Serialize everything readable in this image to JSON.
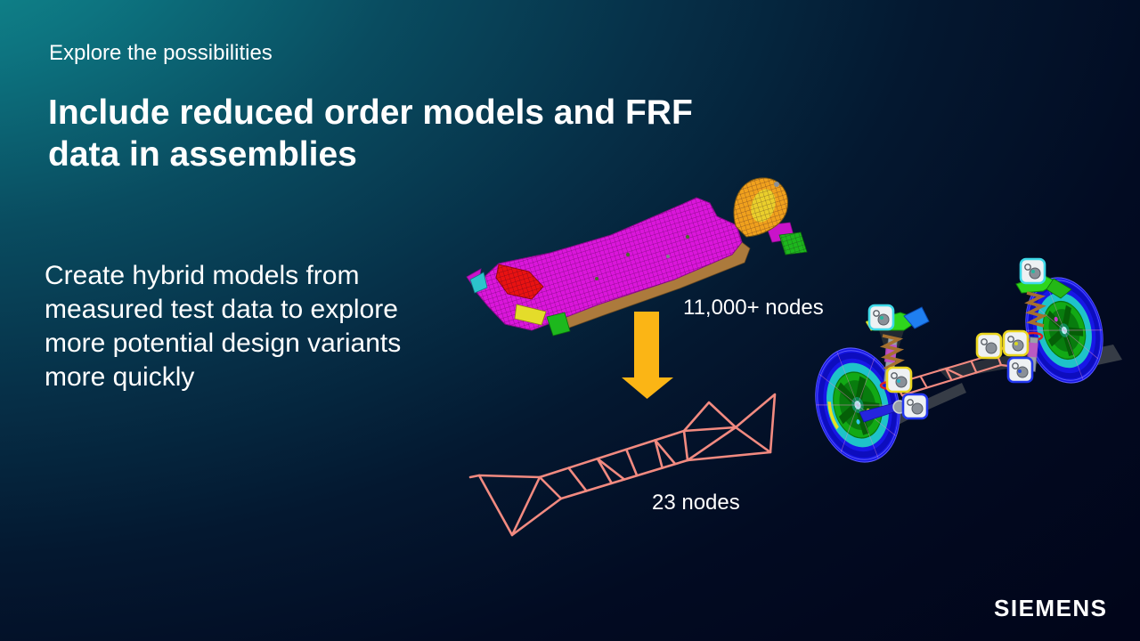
{
  "slide": {
    "kicker": "Explore the possibilities",
    "title_line1": "Include reduced order models and FRF",
    "title_line2": "data in assemblies",
    "body_lines": [
      "Create hybrid models from",
      "measured test data to explore",
      "more potential design variants",
      "more quickly"
    ],
    "detailed_model_label": "11,000+ nodes",
    "reduced_model_label": "23 nodes",
    "logo_text": "SIEMENS",
    "colors": {
      "background_teal": "#109292",
      "background_navy": "#020B22",
      "text": "#FFFFFF",
      "arrow_orange": "#FBB515",
      "wireframe_salmon": "#F28A80",
      "mesh_magenta": "#DB16DB",
      "mesh_orange_fin": "#F0A11D",
      "mesh_red_patch": "#E81212",
      "mesh_underside_tan": "#AC7A3C",
      "tire_blue": "#1717E6",
      "sidewall_cyan": "#1EC3C9",
      "rim_green": "#12A915"
    },
    "graphics": {
      "detailed_model": "finite-element mesh of vehicle subframe",
      "reduction_arrow": "downward arrow from detailed to reduced model",
      "reduced_model": "reduced-order wireframe beam model",
      "assembly": "rear axle suspension assembly with connector badges"
    }
  }
}
